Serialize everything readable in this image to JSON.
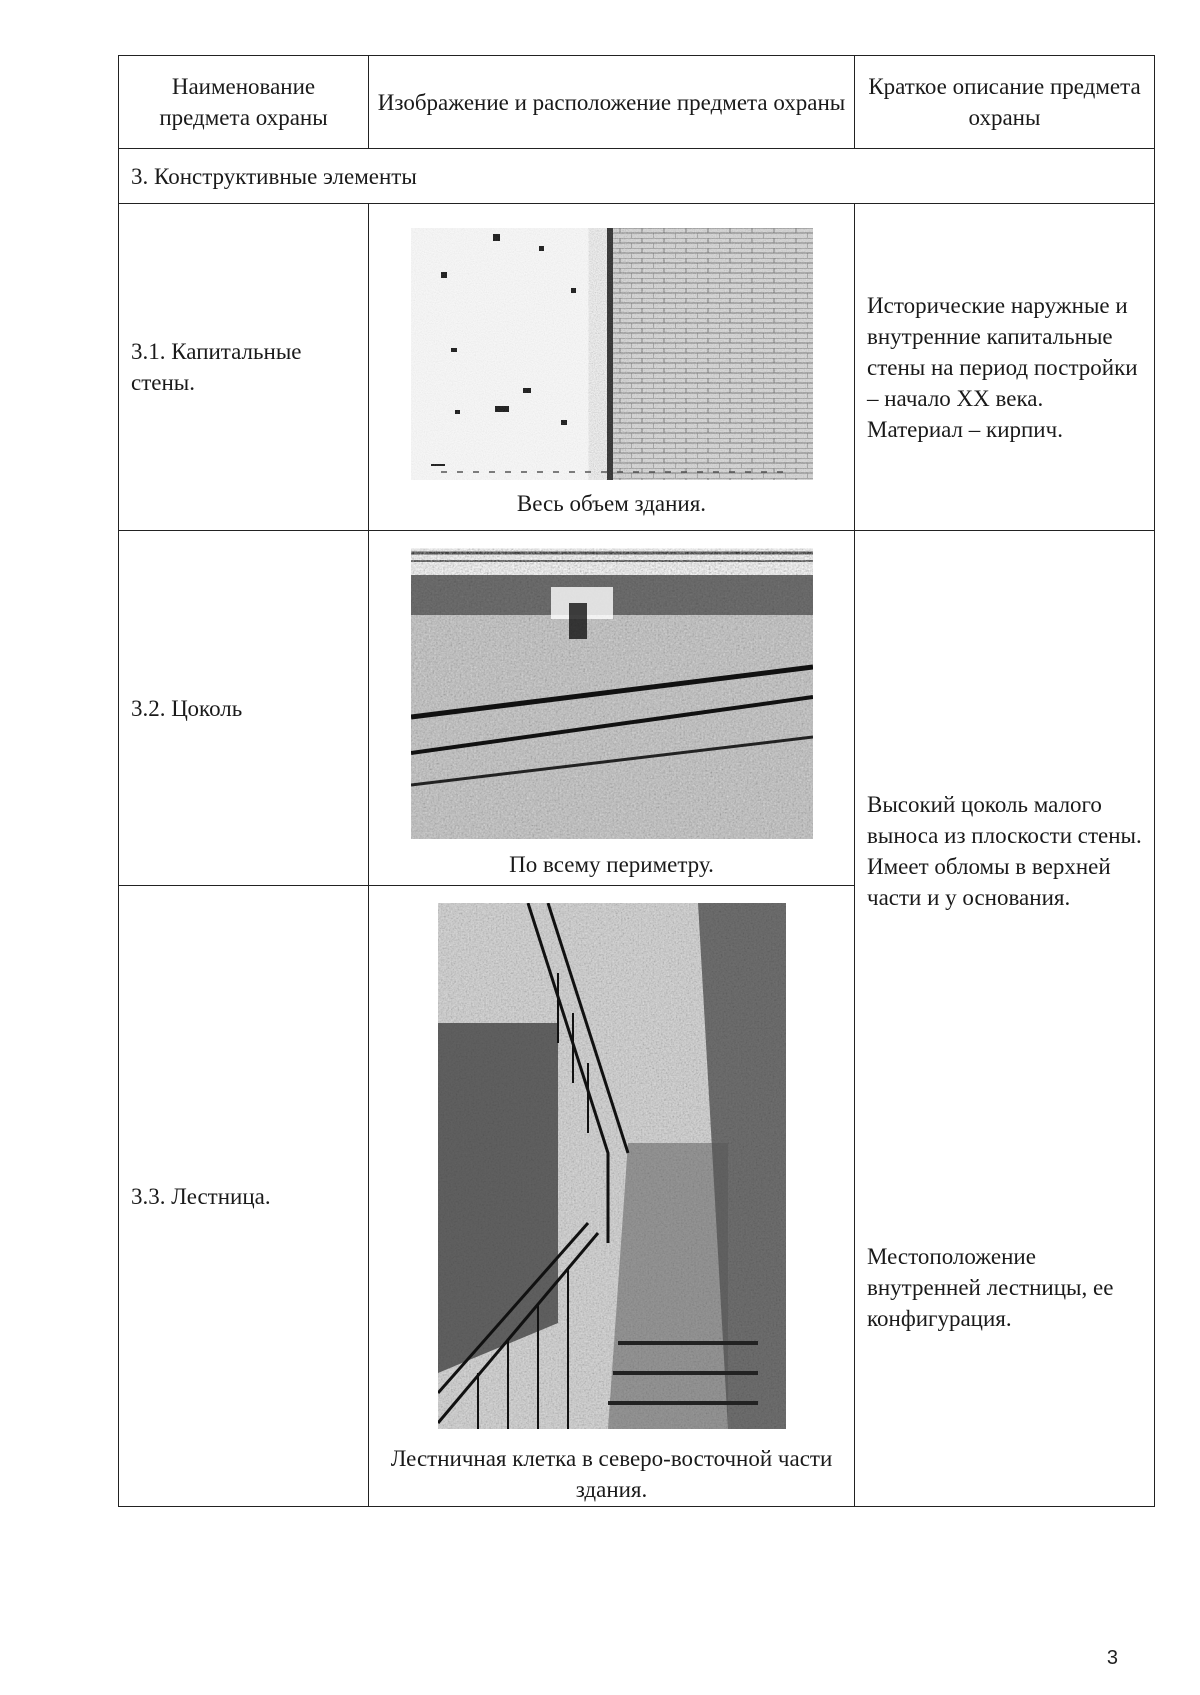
{
  "table": {
    "headers": {
      "name": "Наименование предмета охраны",
      "image": "Изображение и расположение предмета охраны",
      "description": "Краткое описание предмета охраны"
    },
    "section_title": "3. Конструктивные элементы",
    "rows": [
      {
        "name": "3.1. Капитальные стены.",
        "photo": "facade-brick-wall-photo",
        "caption": "Весь объем здания.",
        "description": "Исторические наружные и внутренние капитальные стены на период постройки – начало XX века. Материал – кирпич."
      },
      {
        "name": "3.2. Цоколь",
        "photo": "plinth-wall-photo",
        "caption": "По всему периметру.",
        "description": "Высокий цоколь малого выноса из плоскости стены. Имеет обломы в верхней части и у основания."
      },
      {
        "name": "3.3. Лестница.",
        "photo": "staircase-photo",
        "caption": "Лестничная клетка в северо-восточной части здания.",
        "description": "Местоположение внутренней лестницы, ее конфигурация."
      }
    ]
  },
  "page_number": "3"
}
